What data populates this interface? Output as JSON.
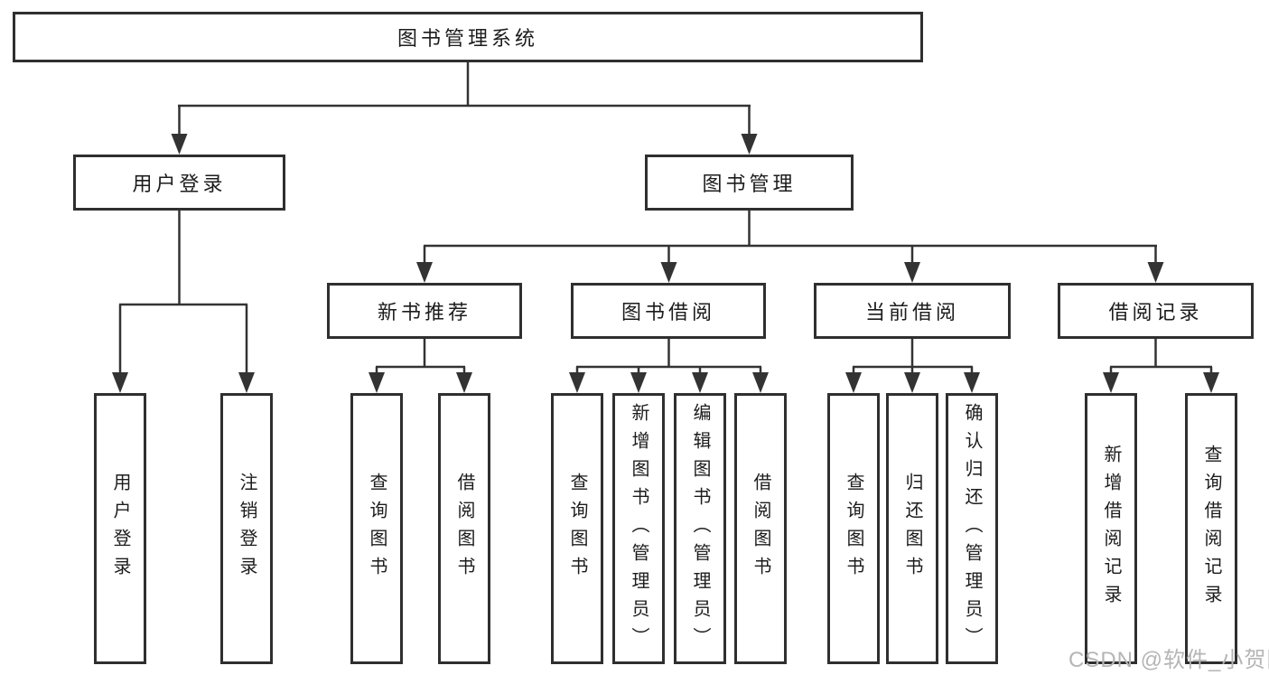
{
  "diagram": {
    "title": "图书管理系统",
    "root": {
      "label": "图书管理系统"
    },
    "level2": [
      {
        "id": "user-login",
        "label": "用户登录"
      },
      {
        "id": "book-management",
        "label": "图书管理"
      }
    ],
    "level3": [
      {
        "id": "new-book-recommend",
        "parent": "图书管理",
        "label": "新书推荐"
      },
      {
        "id": "book-borrow",
        "parent": "图书管理",
        "label": "图书借阅"
      },
      {
        "id": "current-borrow",
        "parent": "图书管理",
        "label": "当前借阅"
      },
      {
        "id": "borrow-records",
        "parent": "图书管理",
        "label": "借阅记录"
      }
    ],
    "leaves": [
      {
        "group": "用户登录",
        "label": "用户登录"
      },
      {
        "group": "用户登录",
        "label": "注销登录"
      },
      {
        "group": "新书推荐",
        "label": "查询图书"
      },
      {
        "group": "新书推荐",
        "label": "借阅图书"
      },
      {
        "group": "图书借阅",
        "label": "查询图书"
      },
      {
        "group": "图书借阅",
        "label": "新增图书（管理员）"
      },
      {
        "group": "图书借阅",
        "label": "编辑图书（管理员）"
      },
      {
        "group": "图书借阅",
        "label": "借阅图书"
      },
      {
        "group": "当前借阅",
        "label": "查询图书"
      },
      {
        "group": "当前借阅",
        "label": "归还图书"
      },
      {
        "group": "当前借阅",
        "label": "确认归还（管理员）"
      },
      {
        "group": "借阅记录",
        "label": "新增借阅记录"
      },
      {
        "group": "借阅记录",
        "label": "查询借阅记录"
      }
    ]
  },
  "colors": {
    "line": "#333333",
    "border": "#2f2f2f",
    "text": "#1c1c1c",
    "watermark": "#b5b5b5"
  },
  "watermark": {
    "text": "CSDN @软件_小贺同学"
  }
}
